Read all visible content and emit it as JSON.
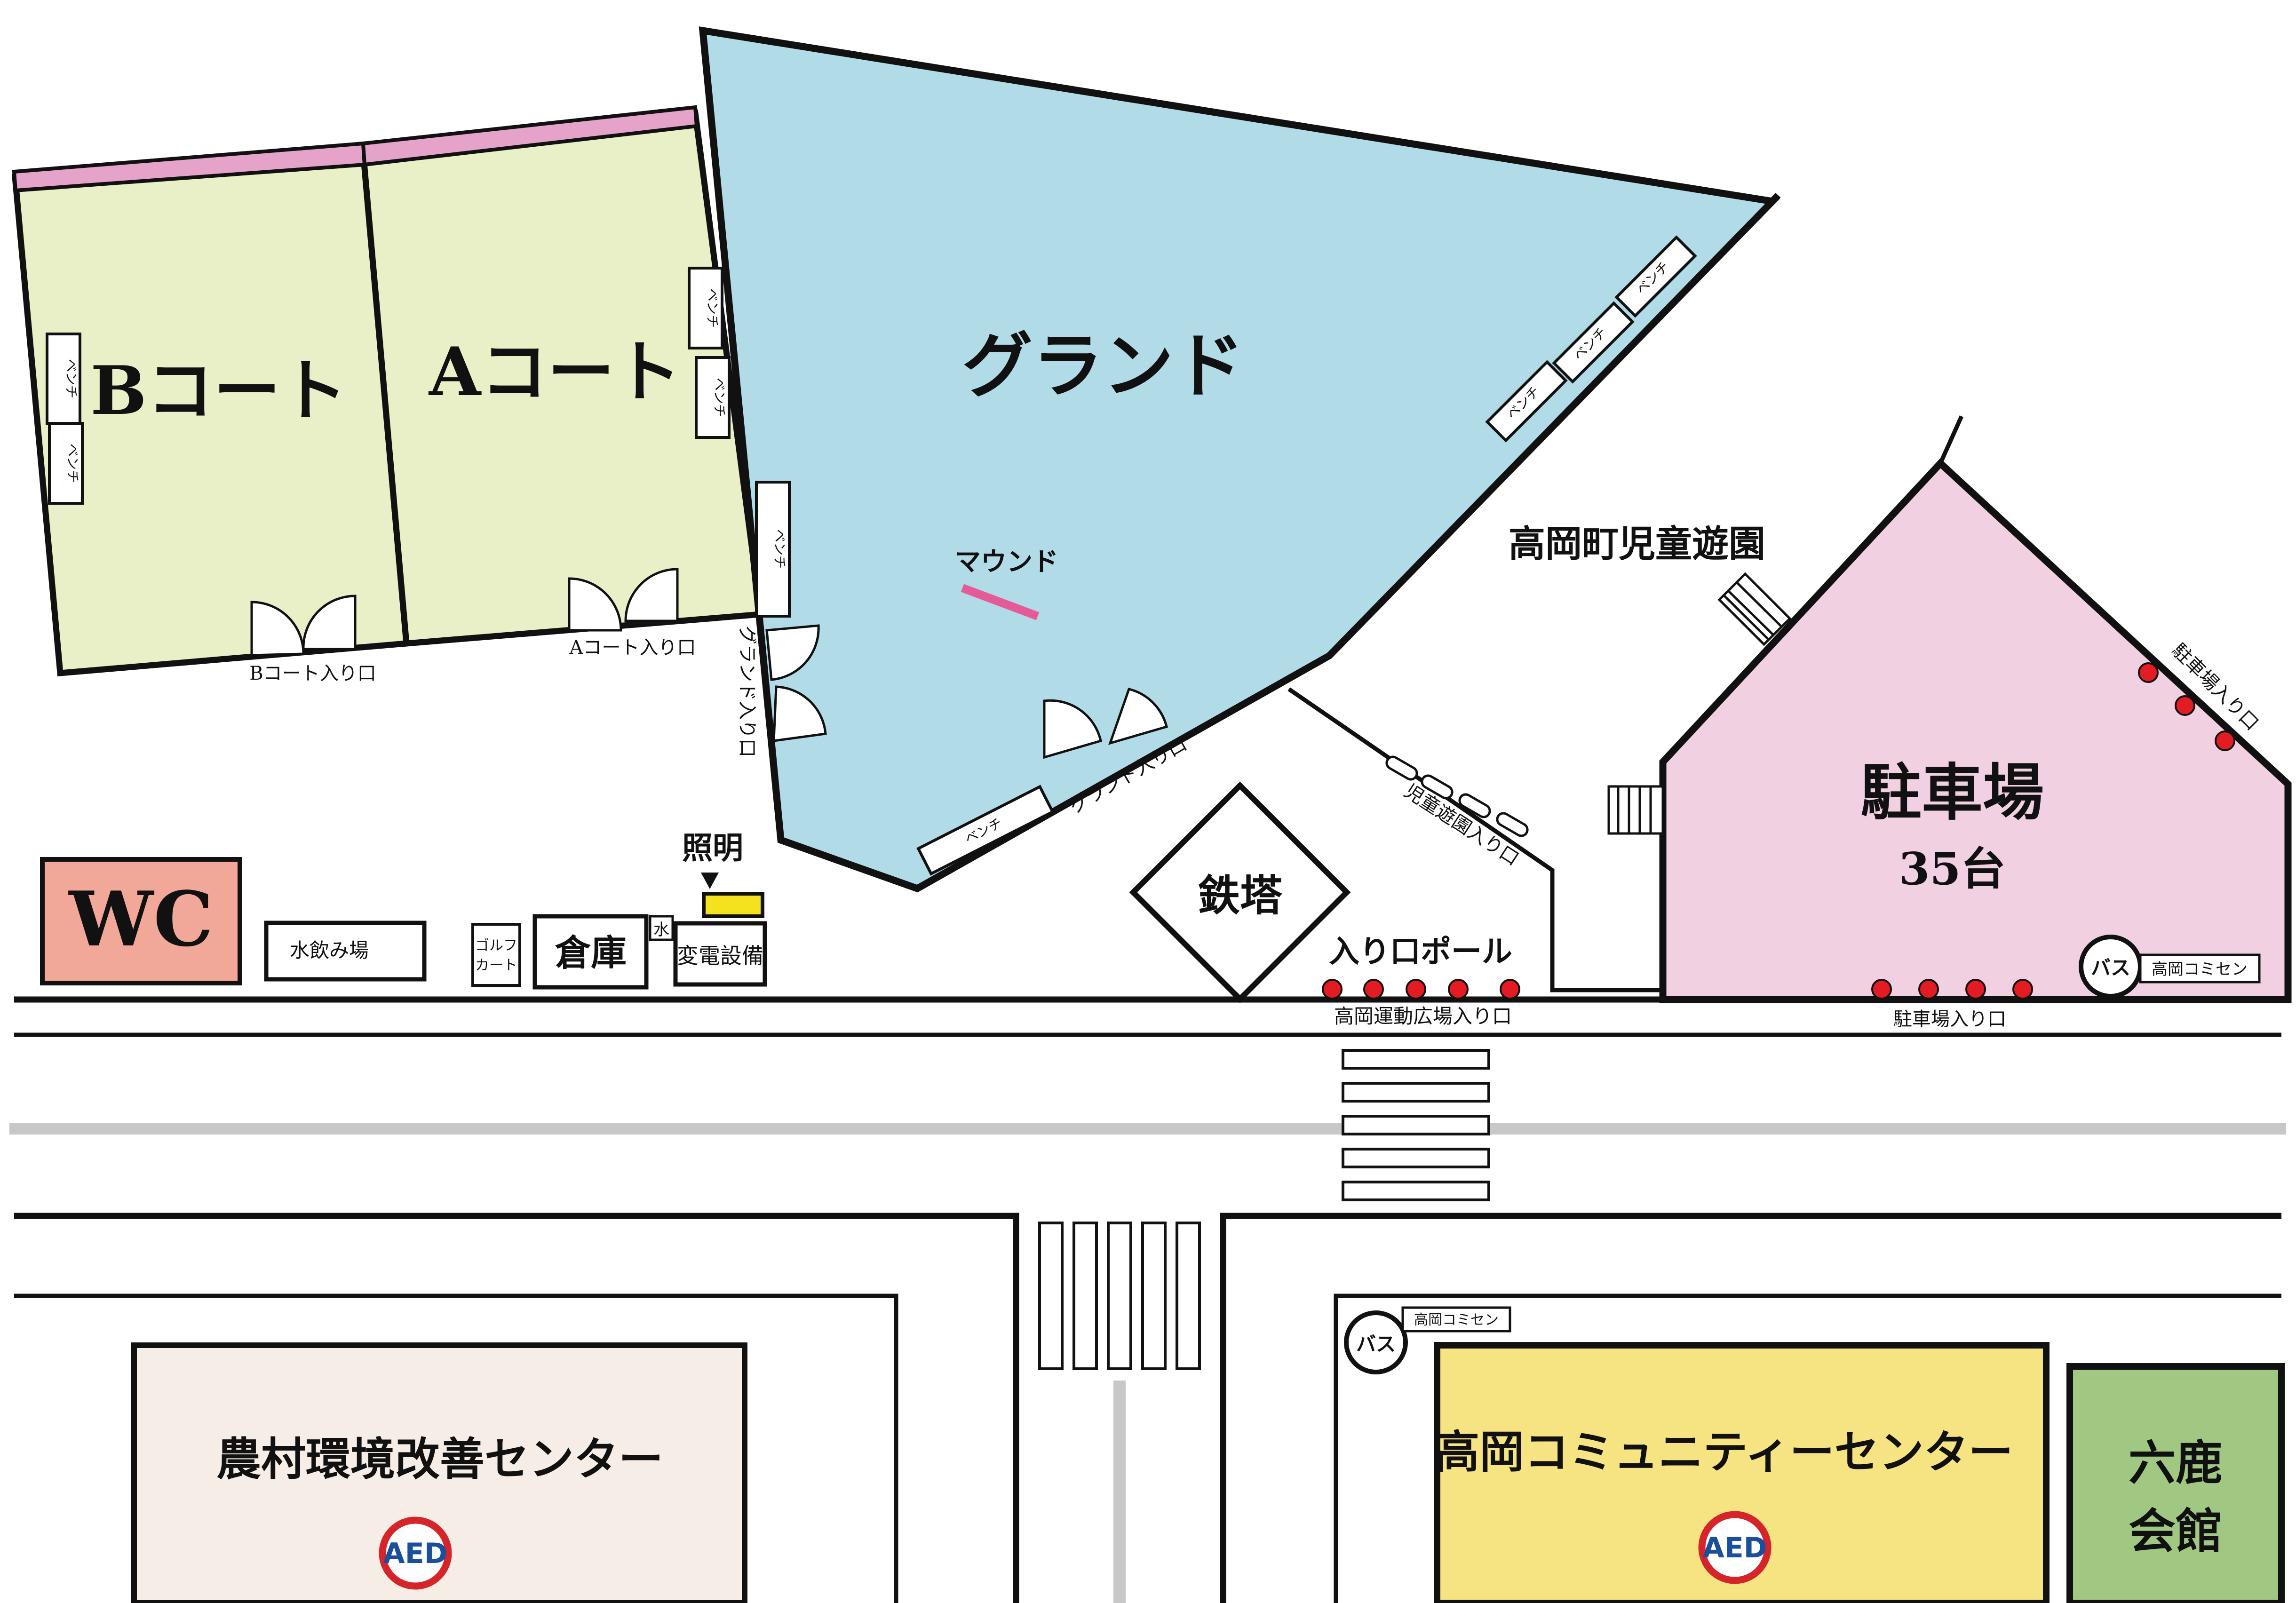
{
  "map": {
    "facilities": {
      "b_court": "Bコート",
      "a_court": "Aコート",
      "grand": "グランド",
      "mound": "マウンド",
      "playground": "高岡町児童遊園",
      "parking": "駐車場",
      "parking_capacity": "35台",
      "tower": "鉄塔",
      "wc": "WC",
      "water_fountain": "水飲み場",
      "golf_cart": "ゴルフカート",
      "golf_cart_line1": "ゴルフ",
      "golf_cart_line2": "カート",
      "storage": "倉庫",
      "water": "水",
      "substation": "変電設備",
      "lighting": "照明",
      "agri_center": "農村環境改善センター",
      "community_center": "高岡コミュニティーセンター",
      "rokuroku_hall_line1": "六鹿",
      "rokuroku_hall_line2": "会館"
    },
    "entrances": {
      "b_court": "Bコート入り口",
      "a_court": "Aコート入り口",
      "grand_west": "グランド入り口",
      "grand_south": "グランド入り口",
      "playground": "児童遊園入り口",
      "parking_east": "駐車場入り口",
      "parking_south": "駐車場入り口",
      "sports_plaza": "高岡運動広場入り口",
      "poles": "入り口ポール"
    },
    "bench": "ベンチ",
    "bus": {
      "label": "バス",
      "stop_name": "高岡コミセン"
    },
    "aed": "AED"
  },
  "colors": {
    "court_green": "#e9f0c8",
    "court_pink_strip": "#e6a3c9",
    "grand_blue": "#b2dbe8",
    "parking_pink": "#f1d0e2",
    "wc_salmon": "#f1a898",
    "lighting_yellow": "#f4e21e",
    "mound_pink": "#e55a98",
    "pole_red": "#e31b23",
    "agri_beige": "#f5ede6",
    "community_yellow": "#f6e381",
    "rokuroku_green": "#a1c882",
    "aed_red": "#d6252a",
    "aed_blue": "#1a4f9c",
    "road_gray": "#c8c8c8",
    "line_black": "#111111"
  },
  "icons": {
    "bus_stop": "bus-stop-icon",
    "aed": "aed-icon",
    "lighting": "lighting-marker-icon",
    "pole": "entrance-pole-icon",
    "stairs": "stairs-icon",
    "door": "door-swing-icon"
  }
}
